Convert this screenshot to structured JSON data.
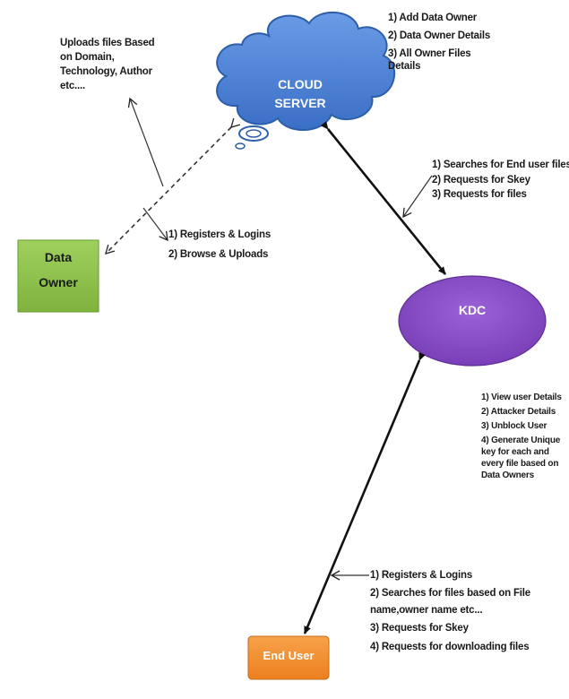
{
  "nodes": {
    "cloud_server": {
      "line1": "CLOUD",
      "line2": "SERVER"
    },
    "data_owner": {
      "line1": "Data",
      "line2": "Owner"
    },
    "kdc": {
      "label": "KDC"
    },
    "end_user": {
      "label": "End User"
    }
  },
  "annotations": {
    "cloud_functions": [
      "1) Add Data Owner",
      "2)  Data Owner Details",
      "3) All Owner Files",
      "Details"
    ],
    "upload_note": [
      "Uploads files Based",
      "on Domain,",
      "Technology, Author",
      "etc...."
    ],
    "owner_actions": [
      "1) Registers & Logins",
      "2) Browse & Uploads"
    ],
    "kdc_requests": [
      "1)  Searches for End user files",
      "2) Requests for Skey",
      "3) Requests  for files"
    ],
    "kdc_functions": [
      "1) View user Details",
      "2) Attacker Details",
      "3) Unblock User",
      "4) Generate Unique",
      "key for each and",
      "every file based on",
      "Data Owners"
    ],
    "end_user_actions": [
      "1) Registers & Logins",
      "2) Searches for files based on File",
      "name,owner name etc...",
      "3) Requests for Skey",
      "4) Requests  for downloading files"
    ]
  },
  "colors": {
    "cloud_fill": "#4a7fd4",
    "cloud_stroke": "#2d5fa8",
    "data_owner_fill": "#8bc34a",
    "kdc_fill": "#8a4fc4",
    "end_user_fill": "#f28c2c"
  }
}
